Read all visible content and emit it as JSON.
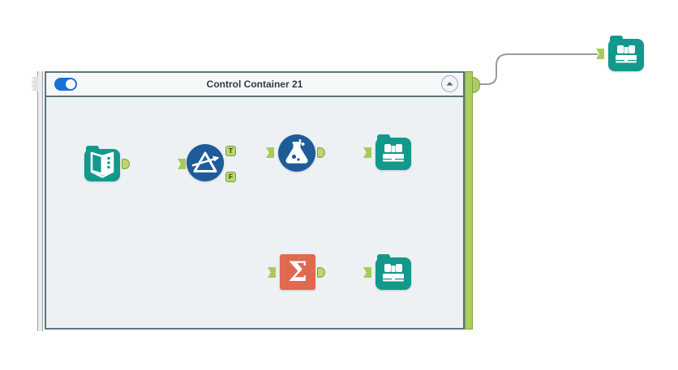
{
  "workflow": {
    "container": {
      "title": "Control Container 21",
      "toggle": {
        "state": "on"
      },
      "collapse_button": {
        "icon": "chevron-up-icon"
      }
    },
    "ports": {
      "true_label": "T",
      "false_label": "F"
    },
    "tools": {
      "input_data": {
        "icon": "open-book-icon"
      },
      "filter": {
        "icon": "funnel-arrow-icon"
      },
      "formula": {
        "icon": "flask-icon"
      },
      "summarize": {
        "icon": "sigma-icon",
        "glyph": "Σ"
      },
      "browse_top": {
        "icon": "binoculars-icon"
      },
      "browse_bottom": {
        "icon": "binoculars-icon"
      },
      "browse_outside": {
        "icon": "binoculars-icon"
      }
    },
    "colors": {
      "tool_teal": "#12998c",
      "tool_blue": "#1e5b99",
      "tool_orange": "#e0694f",
      "anchor_green": "#b9d76b",
      "anchor_border": "#7f9f3e",
      "container_bar": "#a9cd60",
      "wire": "#9b9b9b",
      "toggle_blue": "#1b6fd8",
      "container_body": "#edf1f4",
      "container_border": "#5d747c"
    }
  }
}
